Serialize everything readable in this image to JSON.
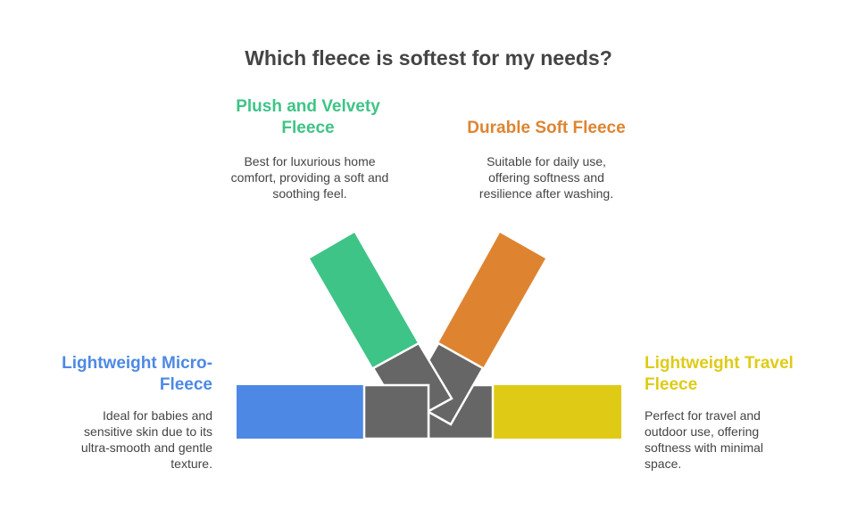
{
  "title": "Which fleece is softest for my needs?",
  "colors": {
    "green": "#3EC486",
    "orange": "#DE8431",
    "blue": "#4D89E4",
    "yellow": "#DFCB16",
    "gray": "#666666"
  },
  "options": [
    {
      "heading": "Plush and Velvety Fleece",
      "desc": "Best for luxurious home comfort, providing a soft and soothing feel."
    },
    {
      "heading": "Durable Soft Fleece",
      "desc": "Suitable for daily use, offering softness and resilience after washing."
    },
    {
      "heading": "Lightweight Micro-Fleece",
      "desc": "Ideal for babies and sensitive skin due to its ultra-smooth and gentle texture."
    },
    {
      "heading": "Lightweight Travel Fleece",
      "desc": "Perfect for travel and outdoor use, offering softness with minimal space."
    }
  ]
}
